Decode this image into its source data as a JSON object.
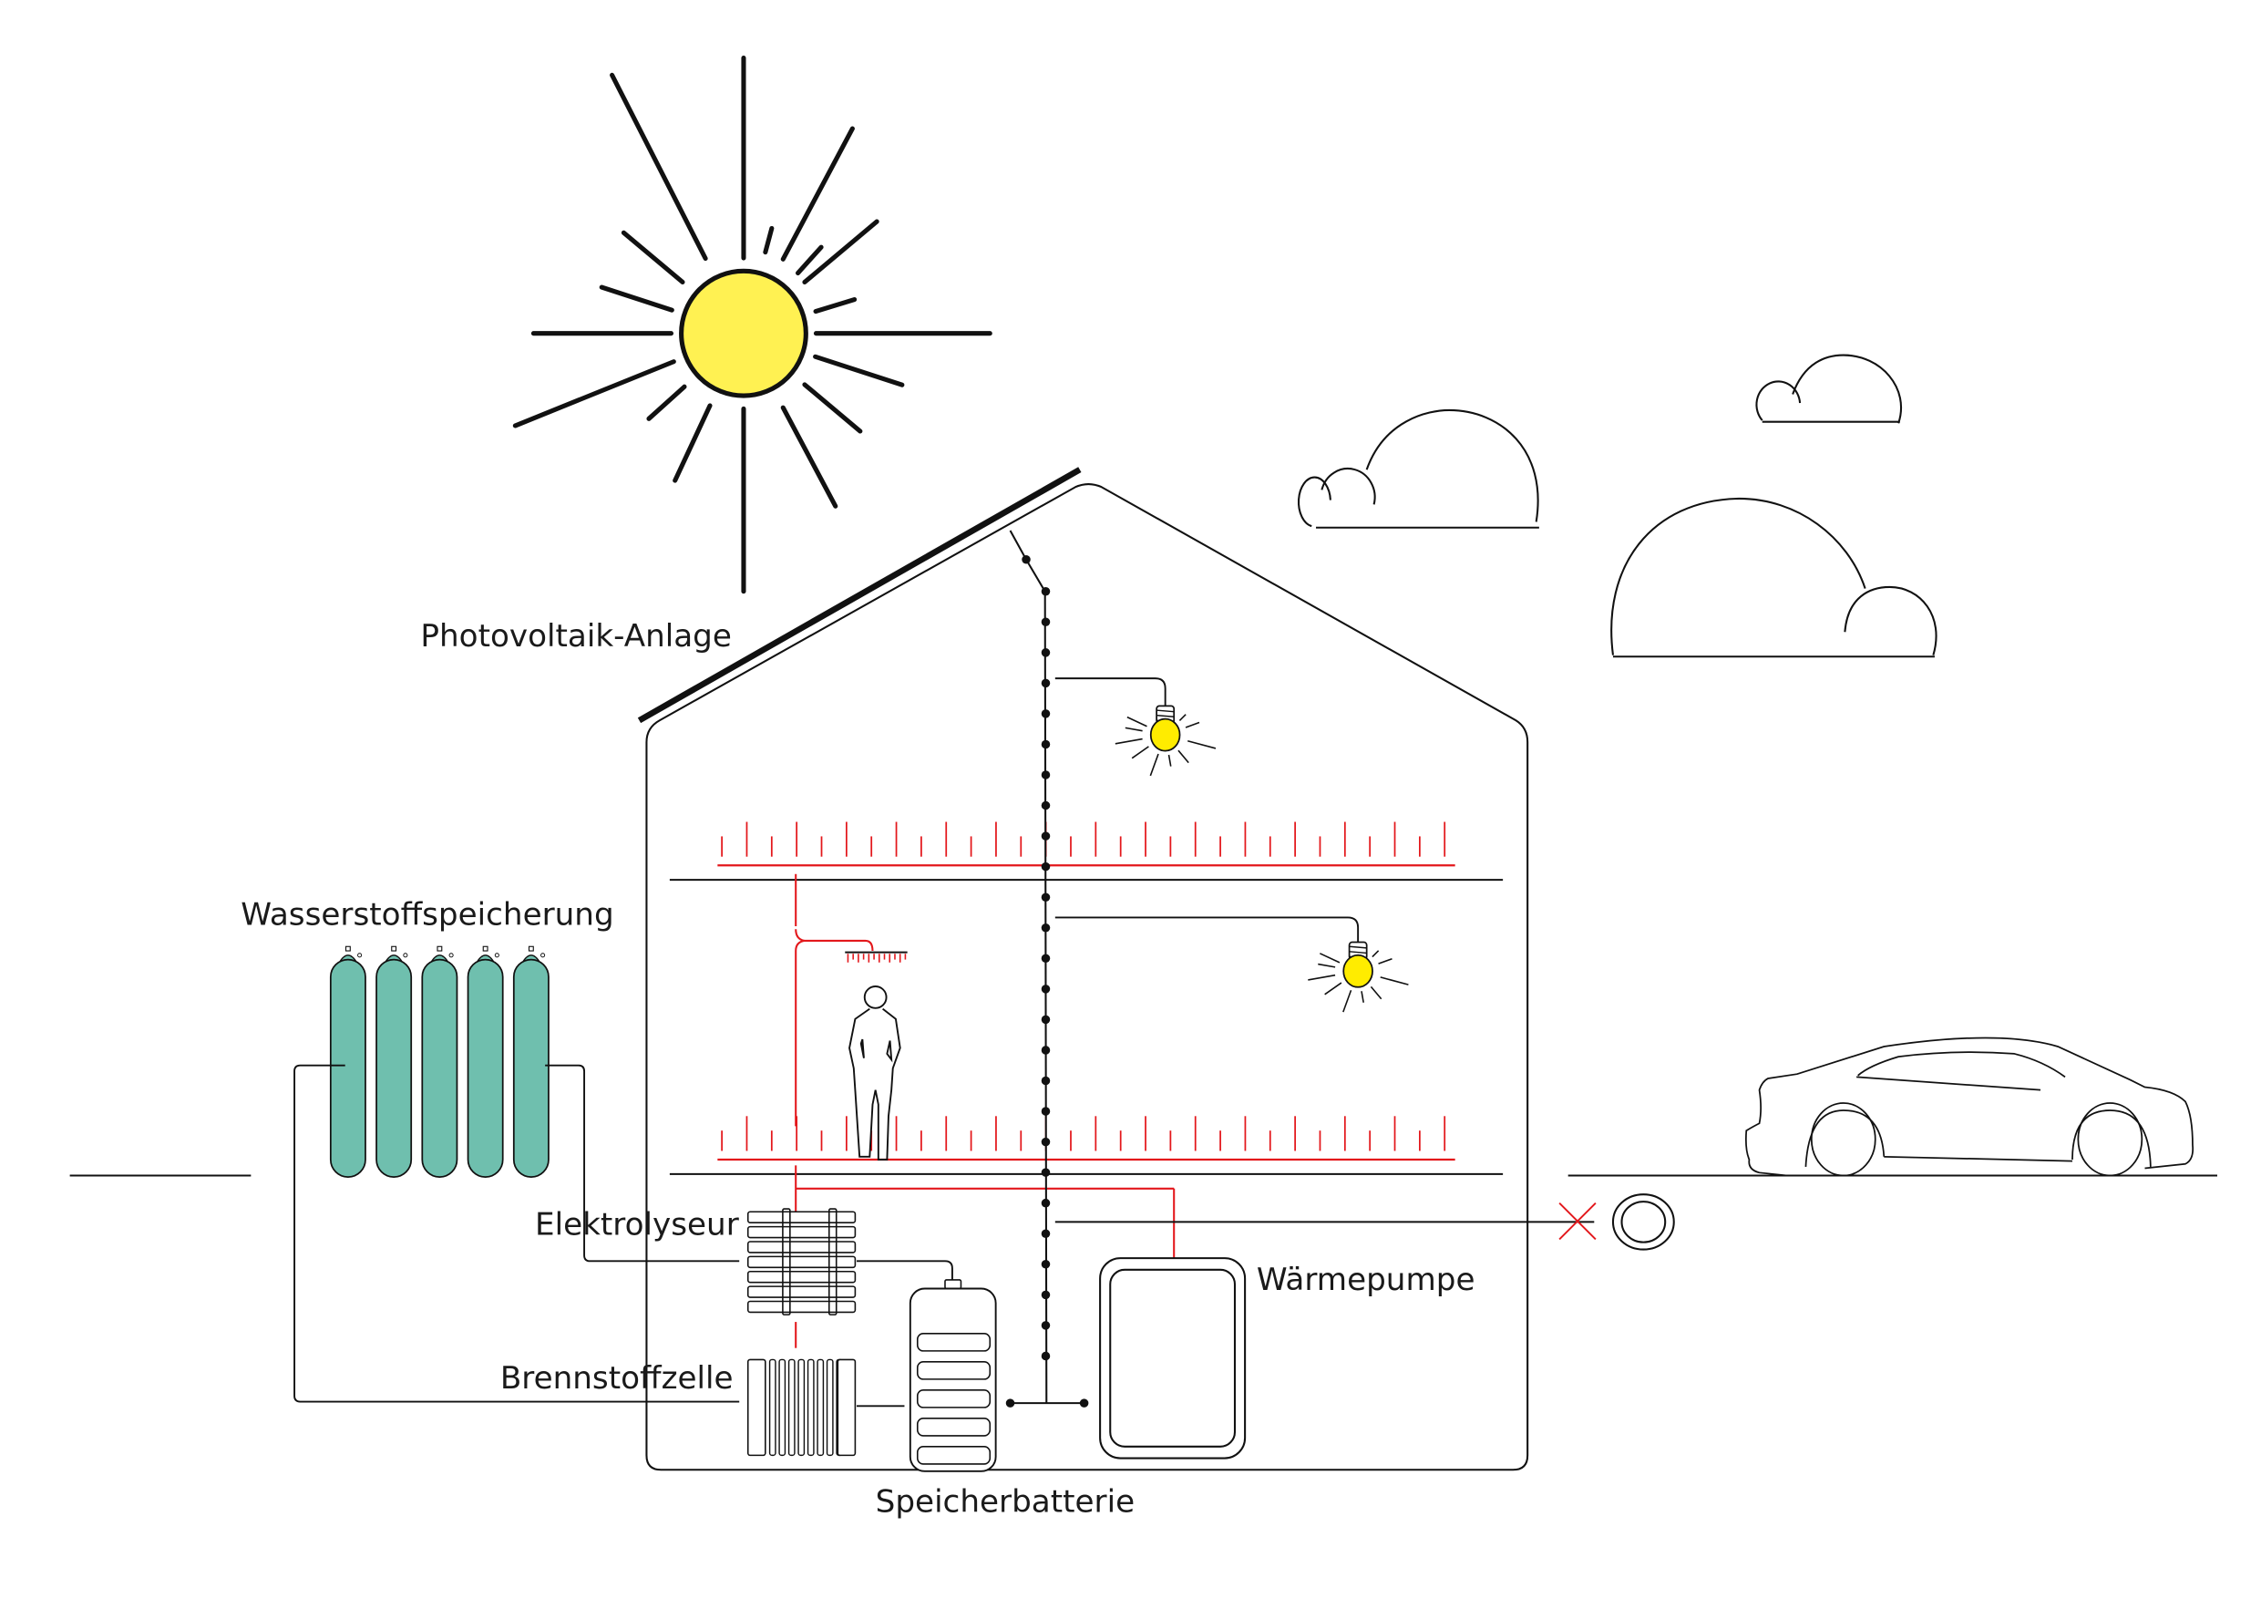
{
  "diagram": {
    "type": "energy-system-illustration",
    "language": "de",
    "labels": {
      "pv": "Photovoltaik-Anlage",
      "h2_storage": "Wasserstoffspeicherung",
      "electrolyzer": "Elektrolyseur",
      "fuel_cell": "Brennstoffzelle",
      "battery": "Speicherbatterie",
      "heat_pump": "Wärmepumpe"
    },
    "colors": {
      "line": "#111111",
      "heating_pipe": "#e3171b",
      "sun_fill": "#fff152",
      "bulb_fill": "#ffec00",
      "tank_fill": "#6fbfae"
    },
    "components": {
      "hydrogen_tank_count": 5,
      "light_bulb_count": 2,
      "cloud_count": 3,
      "battery_cell_count": 5,
      "floors_with_underfloor_heating": 2
    },
    "grid_connection": {
      "state": "disconnected",
      "symbol": "red-cross"
    }
  }
}
